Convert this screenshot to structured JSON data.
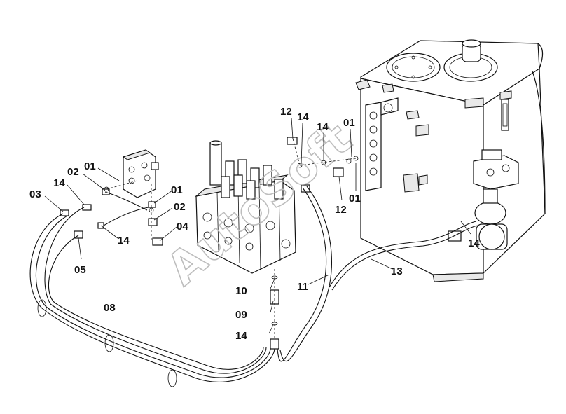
{
  "watermark": "AutoSoft",
  "colors": {
    "ink": "#111111",
    "watermark": "#bdbdbd",
    "background": "#ffffff"
  },
  "labels": [
    {
      "id": "l01a",
      "text": "01"
    },
    {
      "id": "l02a",
      "text": "02"
    },
    {
      "id": "l03",
      "text": "03"
    },
    {
      "id": "l14a",
      "text": "14"
    },
    {
      "id": "l01b",
      "text": "01"
    },
    {
      "id": "l02b",
      "text": "02"
    },
    {
      "id": "l04",
      "text": "04"
    },
    {
      "id": "l14b",
      "text": "14"
    },
    {
      "id": "l05",
      "text": "05"
    },
    {
      "id": "l08",
      "text": "08"
    },
    {
      "id": "l12a",
      "text": "12"
    },
    {
      "id": "l14c",
      "text": "14"
    },
    {
      "id": "l14d",
      "text": "14"
    },
    {
      "id": "l01c",
      "text": "01"
    },
    {
      "id": "l12b",
      "text": "12"
    },
    {
      "id": "l01d",
      "text": "01"
    },
    {
      "id": "l10",
      "text": "10"
    },
    {
      "id": "l09",
      "text": "09"
    },
    {
      "id": "l14e",
      "text": "14"
    },
    {
      "id": "l11",
      "text": "11"
    },
    {
      "id": "l13",
      "text": "13"
    },
    {
      "id": "l14f",
      "text": "14"
    }
  ]
}
